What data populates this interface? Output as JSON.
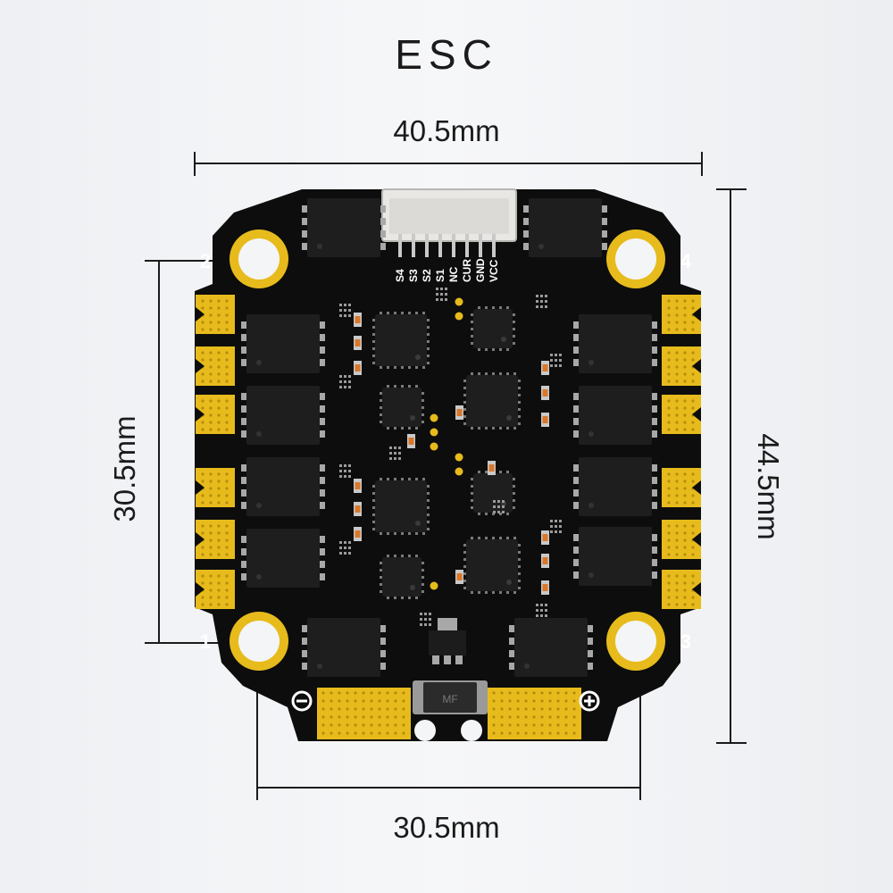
{
  "title": "ESC",
  "dimensions": {
    "width": "40.5mm",
    "height": "44.5mm",
    "mount_horizontal": "30.5mm",
    "mount_vertical": "30.5mm"
  },
  "mount_holes": [
    "1",
    "2",
    "3",
    "4"
  ],
  "connector_pins": [
    "S4",
    "S3",
    "S2",
    "S1",
    "NC",
    "CUR",
    "GND",
    "VCC"
  ],
  "power_pads": {
    "negative": "⊖",
    "positive": "⊕"
  },
  "inductor_marking": "MF",
  "colors": {
    "pcb": "#0d0d0d",
    "pad_gold": "#e7bb1c",
    "dimension_line": "#1b1b1b",
    "background": "#f1f2f4"
  }
}
